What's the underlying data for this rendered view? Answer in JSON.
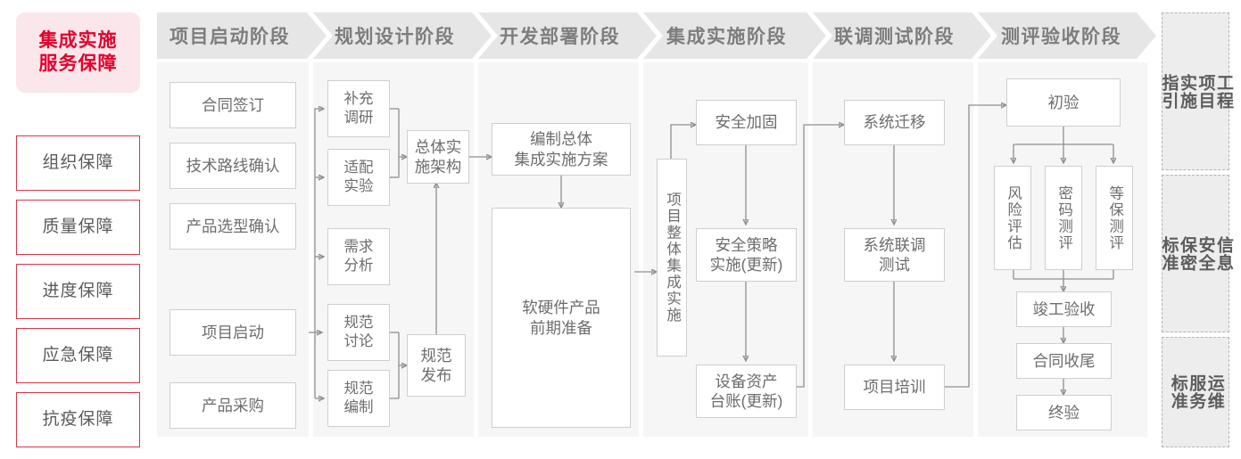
{
  "guarantee": {
    "title": "集成实施\n服务保障",
    "items": [
      {
        "label": "组织保障"
      },
      {
        "label": "质量保障"
      },
      {
        "label": "进度保障"
      },
      {
        "label": "应急保障"
      },
      {
        "label": "抗疫保障"
      }
    ]
  },
  "phases": [
    {
      "id": "p1",
      "header": "项目启动阶段"
    },
    {
      "id": "p2",
      "header": "规划设计阶段"
    },
    {
      "id": "p3",
      "header": "开发部署阶段"
    },
    {
      "id": "p4",
      "header": "集成实施阶段"
    },
    {
      "id": "p5",
      "header": "联调测试阶段"
    },
    {
      "id": "p6",
      "header": "测评验收阶段"
    }
  ],
  "nodes": {
    "n_contract": "合同签订",
    "n_techroute": "技术路线确认",
    "n_product": "产品选型确认",
    "n_kickoff": "项目启动",
    "n_purchase": "产品采购",
    "n_survey": "补充\n调研",
    "n_adapt": "适配\n实验",
    "n_demand": "需求\n分析",
    "n_specdisc": "规范\n讨论",
    "n_specwrite": "规范\n编制",
    "n_arch": "总体实\n施架构",
    "n_specpub": "规范\n发布",
    "n_plan": "编制总体\n集成实施方案",
    "n_prep": "软硬件产品\n前期准备",
    "n_overall": "项目整体集成实施",
    "n_harden": "安全加固",
    "n_policy": "安全策略\n实施(更新)",
    "n_asset": "设备资产\n台账(更新)",
    "n_migrate": "系统迁移",
    "n_jointtest": "系统联调\n测试",
    "n_training": "项目培训",
    "n_firstcheck": "初验",
    "n_risk": "风险评估",
    "n_crypto": "密码测评",
    "n_grade": "等保测评",
    "n_complete": "竣工验收",
    "n_closeout": "合同收尾",
    "n_final": "终验"
  },
  "standards": [
    {
      "label": "工程\n项目\n实施\n指引"
    },
    {
      "label": "信息\n安全\n保密\n标准"
    },
    {
      "label": "运维\n服务\n标准"
    }
  ],
  "colors": {
    "accent_red": "#e3002b",
    "accent_red_border": "#d9344a",
    "pink_bg": "#fbe6eb",
    "column_bg": "#f6f6f6",
    "header_bg": "#e6e6e6",
    "header_text": "#7d7d7d",
    "node_border": "#cfcfcf",
    "node_text": "#6d6d6d",
    "wire": "#8f8f8f",
    "standard_bg": "#ededed",
    "standard_border": "#b4b4b4"
  }
}
